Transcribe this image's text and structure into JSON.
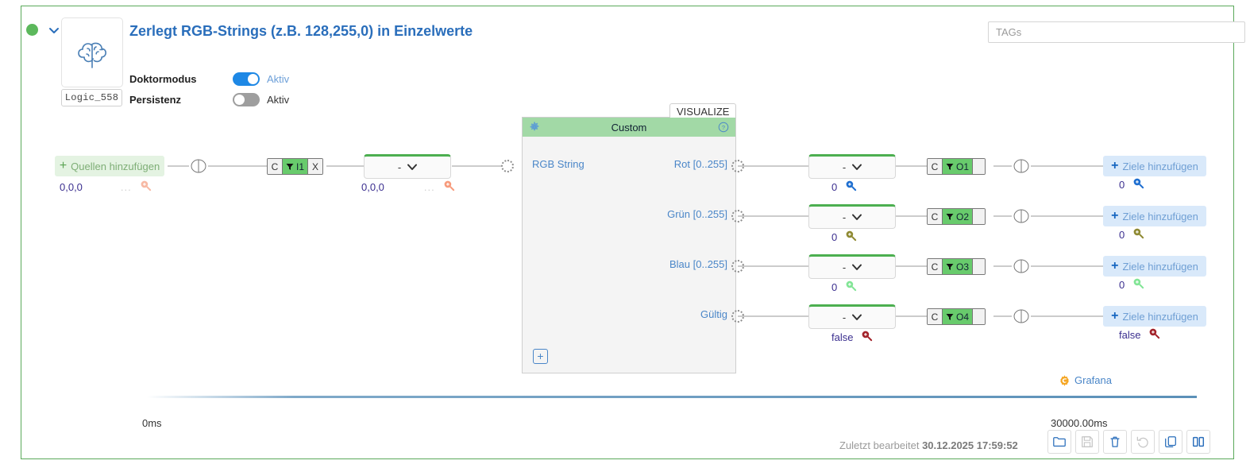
{
  "block": {
    "title": "Zerlegt RGB-Strings (z.B. 128,255,0) in Einzelwerte",
    "id_badge": "Logic_558",
    "status_color": "#5cb85c",
    "icon": "brain-icon",
    "properties": [
      {
        "label": "Doktormodus",
        "state": "on",
        "state_label": "Aktiv"
      },
      {
        "label": "Persistenz",
        "state": "off",
        "state_label": "Aktiv"
      }
    ]
  },
  "tags": {
    "placeholder": "TAGs",
    "value": ""
  },
  "input_row": {
    "add_source_label": "Quellen hinzufügen",
    "source_value": "0,0,0",
    "source_dots": "...",
    "chip": {
      "c": "C",
      "filter_icon": "funnel-icon",
      "name": "I1",
      "x": "X"
    },
    "dropdown_value": "-",
    "mapped_value": "0,0,0",
    "mapped_dots": "..."
  },
  "custom_node": {
    "tab_label": "VISUALIZE",
    "header_title": "Custom",
    "gear_icon": "gear-icon",
    "help_icon": "help-circle-icon",
    "add_port_icon": "plus-icon",
    "input_ports": [
      {
        "label": "RGB String"
      }
    ],
    "output_ports": [
      {
        "label": "Rot [0..255]"
      },
      {
        "label": "Grün [0..255]"
      },
      {
        "label": "Blau [0..255]"
      },
      {
        "label": "Gültig"
      }
    ]
  },
  "output_rows": [
    {
      "dropdown_value": "-",
      "value": "0",
      "value_mag_color": "#1f6fd0",
      "chip": {
        "c": "C",
        "filter_icon": "funnel-icon",
        "name": "O1"
      },
      "add_target_label": "Ziele hinzufügen",
      "target_value": "0",
      "target_mag_color": "#1f6fd0"
    },
    {
      "dropdown_value": "-",
      "value": "0",
      "value_mag_color": "#8f8a33",
      "chip": {
        "c": "C",
        "filter_icon": "funnel-icon",
        "name": "O2"
      },
      "add_target_label": "Ziele hinzufügen",
      "target_value": "0",
      "target_mag_color": "#8f8a33"
    },
    {
      "dropdown_value": "-",
      "value": "0",
      "value_mag_color": "#82e596",
      "chip": {
        "c": "C",
        "filter_icon": "funnel-icon",
        "name": "O3"
      },
      "add_target_label": "Ziele hinzufügen",
      "target_value": "0",
      "target_mag_color": "#82e596"
    },
    {
      "dropdown_value": "-",
      "value": "false",
      "value_mag_color": "#a3232b",
      "chip": {
        "c": "C",
        "filter_icon": "funnel-icon",
        "name": "O4"
      },
      "add_target_label": "Ziele hinzufügen",
      "target_value": "false",
      "target_mag_color": "#a3232b"
    }
  ],
  "footer": {
    "grafana_label": "Grafana",
    "grafana_icon": "grafana-icon",
    "time_start": "0ms",
    "time_end": "30000.00ms",
    "edited_prefix": "Zuletzt bearbeitet",
    "edited_timestamp": "30.12.2025 17:59:52",
    "toolbar": [
      {
        "name": "open-folder-button",
        "icon": "folder-icon",
        "enabled": true
      },
      {
        "name": "save-button",
        "icon": "floppy-icon",
        "enabled": false
      },
      {
        "name": "delete-button",
        "icon": "trash-icon",
        "enabled": true
      },
      {
        "name": "undo-button",
        "icon": "undo-icon",
        "enabled": false
      },
      {
        "name": "duplicate-button",
        "icon": "copy-icon",
        "enabled": true
      },
      {
        "name": "split-view-button",
        "icon": "columns-icon",
        "enabled": true
      }
    ]
  }
}
